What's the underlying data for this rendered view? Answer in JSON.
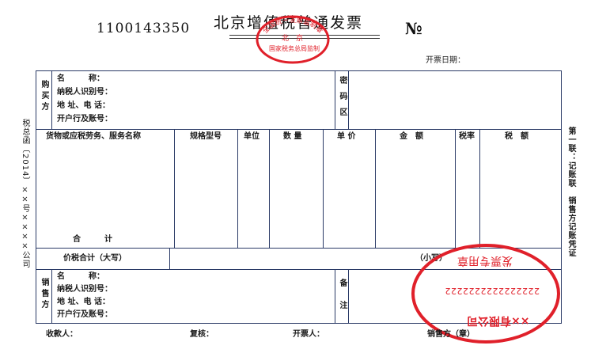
{
  "header": {
    "invoice_code": "1100143350",
    "title": "北京增值税普通发票",
    "number_sign": "№",
    "issue_date_label": "开票日期："
  },
  "buyer": {
    "side_label": "购买方",
    "name_label": "名　　　称：",
    "tax_id_label": "纳税人识别号：",
    "address_label": "地 址、电 话：",
    "bank_label": "开户行及账号：",
    "cipher_label": "密码区"
  },
  "items_table": {
    "headers": [
      "货物或应税劳务、服务名称",
      "规格型号",
      "单位",
      "数 量",
      "单 价",
      "金　额",
      "税率",
      "税　额"
    ],
    "total_label": "合　　　计"
  },
  "summary": {
    "amount_words_label": "价税合计（大写）",
    "amount_small_label": "（小写）"
  },
  "seller": {
    "side_label": "销售方",
    "name_label": "名　　　称：",
    "tax_id_label": "纳税人识别号：",
    "address_label": "地 址、电 话：",
    "bank_label": "开户行及账号：",
    "remarks_label": "备注"
  },
  "left_margin": "税总函〔2014〕××号××××公司",
  "right_margin": "第一联：记账联　销售方记账凭证",
  "footer": {
    "payee": "收款人：",
    "reviewer": "复核：",
    "drawer": "开票人：",
    "seller_stamp": "销售方（章）"
  },
  "tax_seal": {
    "line1": "全国统一发票监制章",
    "line2": "北　京",
    "line3": "国家税务总局监制"
  },
  "company_seal": {
    "top": "发票专用章",
    "number": "2222222222222222",
    "bottom": "××有限公司"
  },
  "colors": {
    "ink": "#2a3a66",
    "seal_red": "#e0202a"
  }
}
